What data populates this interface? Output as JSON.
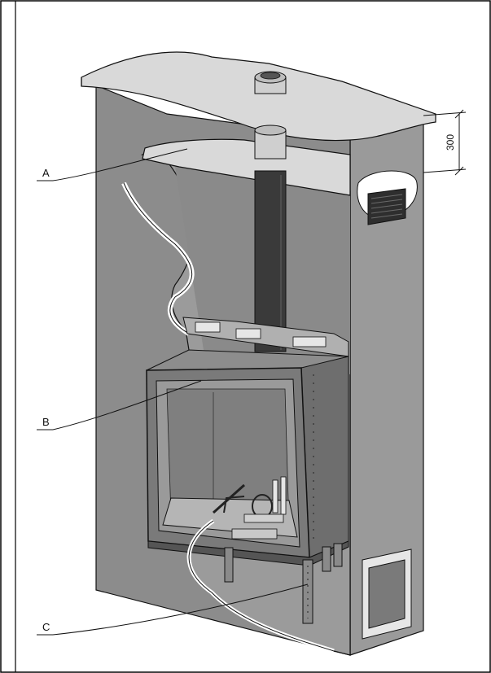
{
  "diagram": {
    "callouts": [
      {
        "id": "A",
        "label": "A"
      },
      {
        "id": "B",
        "label": "B"
      },
      {
        "id": "C",
        "label": "C"
      }
    ],
    "dimension": {
      "label": "300"
    },
    "colors": {
      "wall_fill": "#8c8c8c",
      "wall_dark": "#6f6f6f",
      "wall_side": "#9a9a9a",
      "slab_fill": "#d9d9d9",
      "flue_fill": "#3a3a3a",
      "firebox_fill": "#7a7a7a",
      "interior_fill": "#9b9b9b",
      "line": "#111111"
    }
  }
}
